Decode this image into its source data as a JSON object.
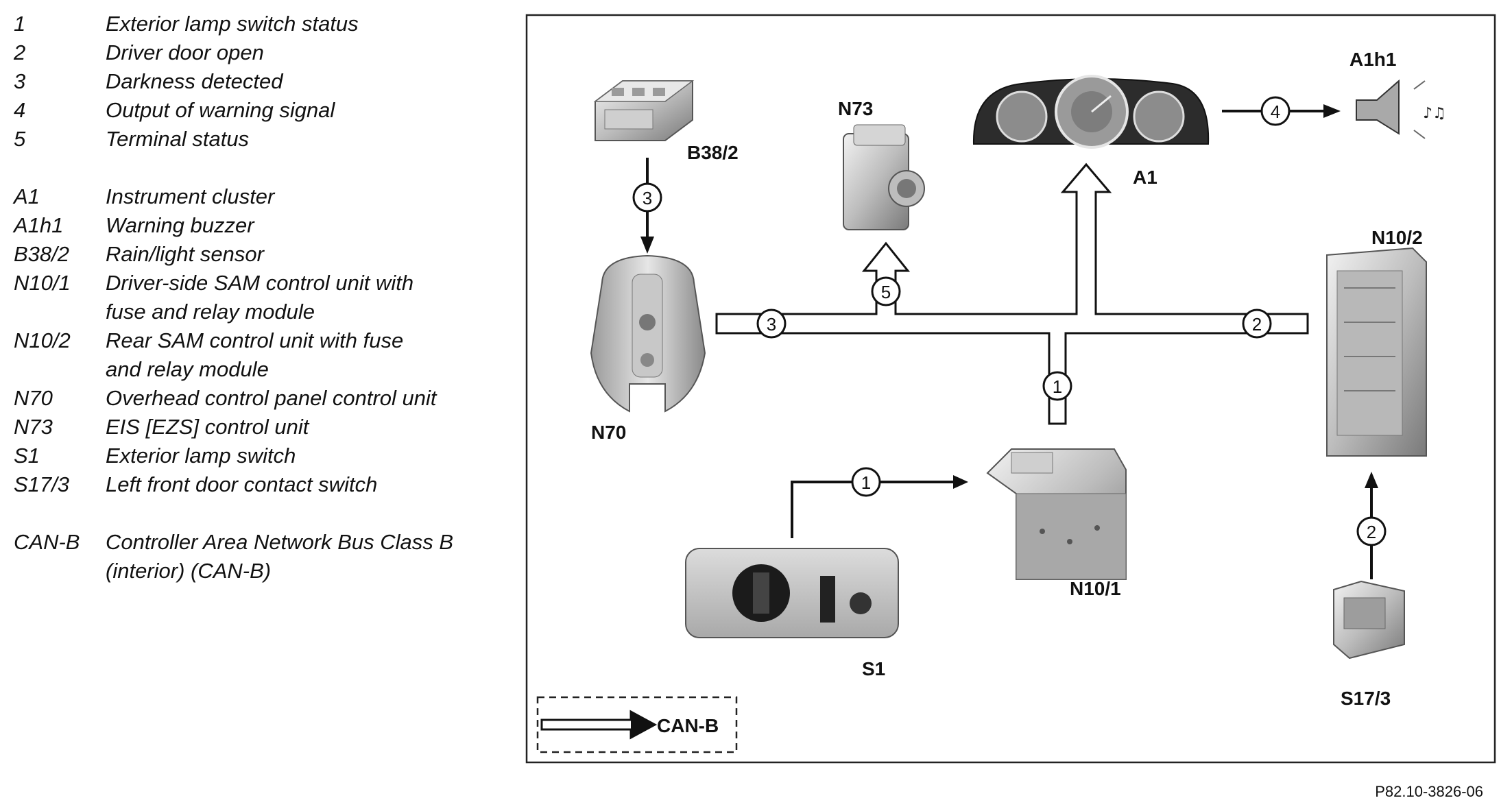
{
  "legend": {
    "items": [
      {
        "code": "1",
        "text": "Exterior lamp switch status"
      },
      {
        "code": "2",
        "text": "Driver door open"
      },
      {
        "code": "3",
        "text": "Darkness detected"
      },
      {
        "code": "4",
        "text": "Output of warning signal"
      },
      {
        "code": "5",
        "text": "Terminal status"
      },
      {
        "code": "",
        "text": ""
      },
      {
        "code": "A1",
        "text": "Instrument cluster"
      },
      {
        "code": "A1h1",
        "text": "Warning buzzer"
      },
      {
        "code": "B38/2",
        "text": "Rain/light sensor"
      },
      {
        "code": "N10/1",
        "text": "Driver-side SAM control unit with fuse and relay module"
      },
      {
        "code": "N10/2",
        "text": "Rear SAM control unit with fuse and relay module"
      },
      {
        "code": "N70",
        "text": "Overhead control panel control unit"
      },
      {
        "code": "N73",
        "text": "EIS [EZS] control unit"
      },
      {
        "code": "S1",
        "text": "Exterior lamp switch"
      },
      {
        "code": "S17/3",
        "text": "Left front door contact switch"
      },
      {
        "code": "",
        "text": ""
      },
      {
        "code": "CAN-B",
        "text": "Controller Area Network Bus Class B (interior) (CAN-B)"
      }
    ]
  },
  "components": {
    "b38_2": "B38/2",
    "n73": "N73",
    "a1": "A1",
    "a1h1": "A1h1",
    "n70": "N70",
    "n10_2": "N10/2",
    "n10_1": "N10/1",
    "s1": "S1",
    "s17_3": "S17/3"
  },
  "signals": {
    "s1": "1",
    "s2": "2",
    "s3": "3",
    "s4": "4",
    "s5": "5"
  },
  "key": {
    "can_label": "CAN-B"
  },
  "reference": "P82.10-3826-06"
}
